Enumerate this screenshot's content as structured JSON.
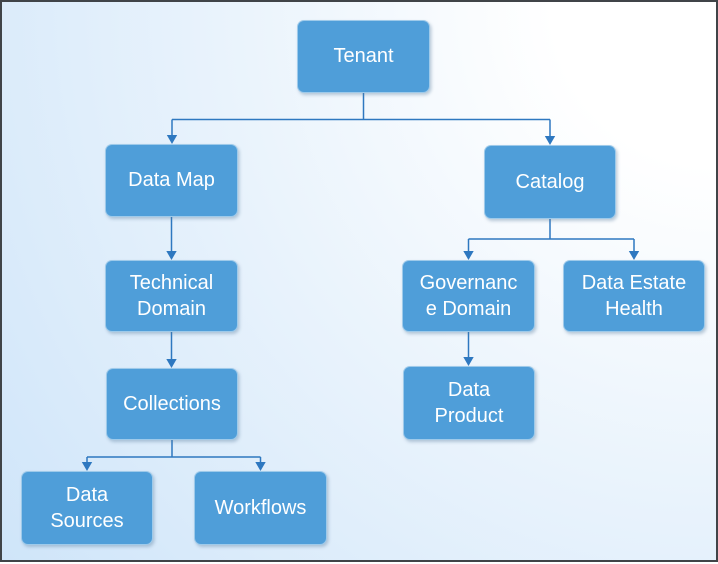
{
  "diagram": {
    "type": "hierarchy",
    "root": "Tenant",
    "nodes": [
      {
        "id": "tenant",
        "label": "Tenant"
      },
      {
        "id": "data-map",
        "label": "Data Map"
      },
      {
        "id": "catalog",
        "label": "Catalog"
      },
      {
        "id": "technical-domain",
        "label": "Technical\nDomain"
      },
      {
        "id": "governance-domain",
        "label": "Governanc\ne Domain"
      },
      {
        "id": "data-estate-health",
        "label": "Data Estate\nHealth"
      },
      {
        "id": "collections",
        "label": "Collections"
      },
      {
        "id": "data-product",
        "label": "Data\nProduct"
      },
      {
        "id": "data-sources",
        "label": "Data\nSources"
      },
      {
        "id": "workflows",
        "label": "Workflows"
      }
    ],
    "edges": [
      {
        "from": "tenant",
        "to": "data-map"
      },
      {
        "from": "tenant",
        "to": "catalog"
      },
      {
        "from": "data-map",
        "to": "technical-domain"
      },
      {
        "from": "technical-domain",
        "to": "collections"
      },
      {
        "from": "collections",
        "to": "data-sources"
      },
      {
        "from": "collections",
        "to": "workflows"
      },
      {
        "from": "catalog",
        "to": "governance-domain"
      },
      {
        "from": "catalog",
        "to": "data-estate-health"
      },
      {
        "from": "governance-domain",
        "to": "data-product"
      }
    ],
    "colors": {
      "node_fill": "#4f9ed9",
      "node_text": "#ffffff",
      "connector": "#2e78c0",
      "background_light": "#ffffff",
      "background_shade": "#cfe5f9",
      "frame_border": "#404448"
    }
  }
}
